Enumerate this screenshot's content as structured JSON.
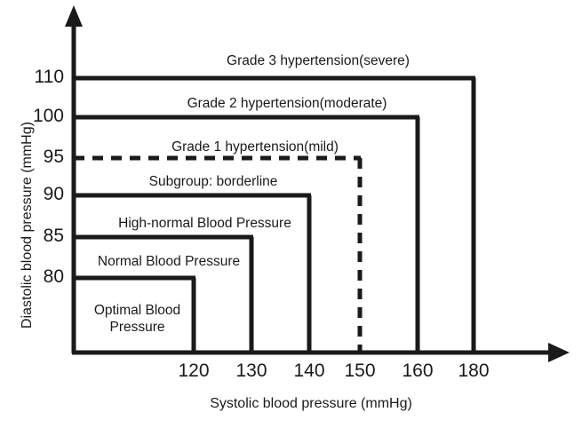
{
  "chart_data": {
    "type": "diagram",
    "title": "",
    "xlabel": "Systolic blood pressure (mmHg)",
    "ylabel": "Diastolic blood pressure (mmHg)",
    "xticks": [
      120,
      130,
      140,
      150,
      160,
      180
    ],
    "yticks": [
      80,
      85,
      90,
      95,
      100,
      110
    ],
    "xtick_labels": [
      "120",
      "130",
      "140",
      "150",
      "160",
      "180"
    ],
    "ytick_labels": [
      "80",
      "85",
      "90",
      "95",
      "100",
      "110"
    ],
    "grid": false,
    "legend": "none",
    "categories": [
      {
        "label": "Grade 3 hypertension(severe)",
        "systolic_threshold": 180,
        "diastolic_threshold": 110,
        "line_style": "solid"
      },
      {
        "label": "Grade 2 hypertension(moderate)",
        "systolic_threshold": 160,
        "diastolic_threshold": 100,
        "line_style": "solid"
      },
      {
        "label": "Grade 1 hypertension(mild)",
        "systolic_threshold": 140,
        "diastolic_threshold": 90,
        "line_style": "solid"
      },
      {
        "label": "Subgroup: borderline",
        "systolic_threshold": 150,
        "diastolic_threshold": 95,
        "line_style": "dashed"
      },
      {
        "label": "High-normal Blood Pressure",
        "systolic_threshold": 130,
        "diastolic_threshold": 85,
        "line_style": "solid"
      },
      {
        "label": "Normal Blood Pressure",
        "systolic_threshold": 120,
        "diastolic_threshold": 80,
        "line_style": "solid"
      },
      {
        "label": "Optimal Blood Pressure",
        "systolic_threshold": 120,
        "diastolic_threshold": 80,
        "line_style": "solid"
      }
    ],
    "colors": {
      "line": "#1a1a1a",
      "background": "#ffffff",
      "text": "#1a1a1a"
    }
  },
  "axes": {
    "x_title": "Systolic blood pressure (mmHg)",
    "y_title": "Diastolic blood pressure (mmHg)",
    "x_ticks": [
      {
        "value": "120"
      },
      {
        "value": "130"
      },
      {
        "value": "140"
      },
      {
        "value": "150"
      },
      {
        "value": "160"
      },
      {
        "value": "180"
      }
    ],
    "y_ticks": [
      {
        "value": "110"
      },
      {
        "value": "100"
      },
      {
        "value": "95"
      },
      {
        "value": "90"
      },
      {
        "value": "85"
      },
      {
        "value": "80"
      }
    ]
  },
  "regions": {
    "grade3": "Grade 3 hypertension(severe)",
    "grade2": "Grade 2 hypertension(moderate)",
    "grade1": "Grade 1 hypertension(mild)",
    "borderline": "Subgroup: borderline",
    "high_normal": "High-normal Blood Pressure",
    "normal": "Normal Blood Pressure",
    "optimal_line1": "Optimal Blood",
    "optimal_line2": "Pressure"
  }
}
